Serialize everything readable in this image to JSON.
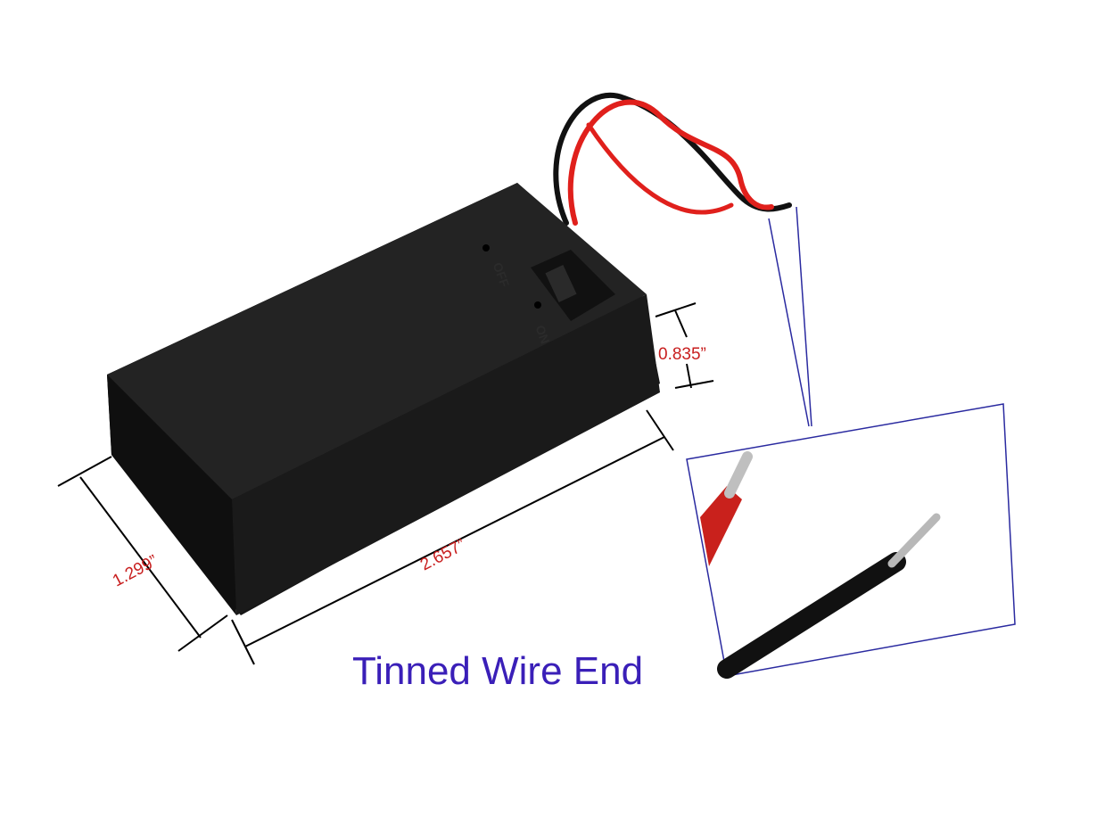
{
  "product": {
    "switch_off_label": "OFF",
    "switch_on_label": "ON"
  },
  "dimensions": {
    "height": "0.835”",
    "length": "2.657”",
    "width": "1.299”"
  },
  "caption": "Tinned Wire End",
  "colors": {
    "dimension_text": "#c81e1e",
    "caption_text": "#3a1fb8",
    "callout_lines": "#2a2aa0",
    "case": "#151515",
    "red_wire": "#e0201c"
  }
}
